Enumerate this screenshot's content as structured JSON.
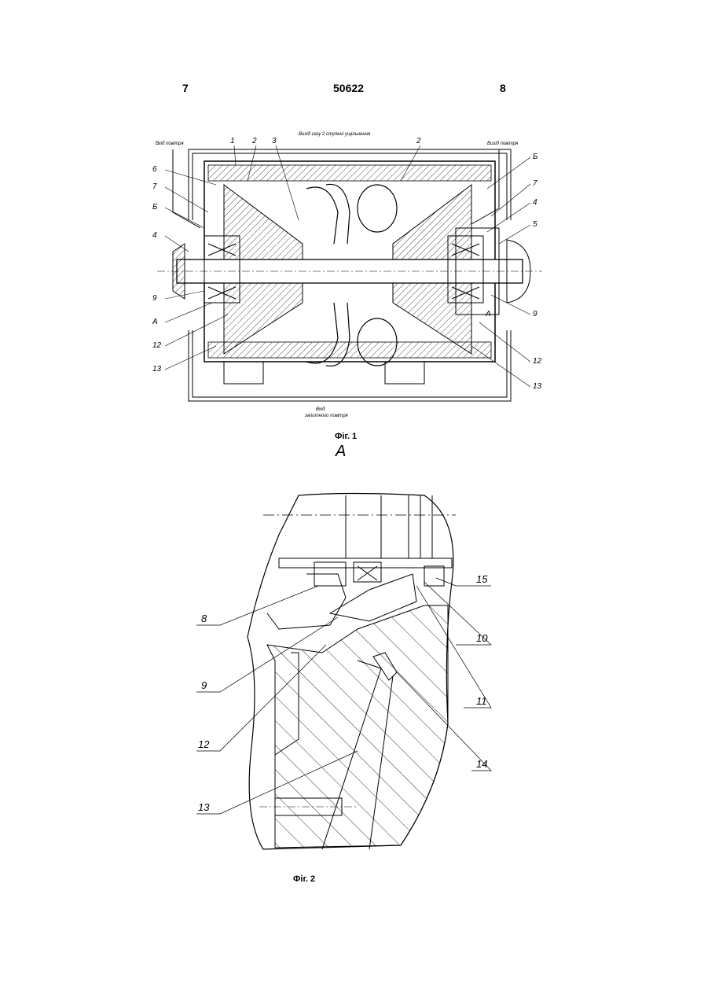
{
  "header": {
    "left_page": "7",
    "doc_number": "50622",
    "right_page": "8"
  },
  "fig1": {
    "caption": "Фіг. 1",
    "labels": {
      "top_center": "Вихід газу 2 ступені ущільнення",
      "top_left": "Вхід повітря",
      "top_right": "Вихід повітря",
      "bottom_center_1": "Вхід",
      "bottom_center_2": "запитного повітря"
    },
    "callouts": [
      "1",
      "2",
      "3",
      "2",
      "6",
      "7",
      "Б",
      "4",
      "9",
      "А",
      "12",
      "13",
      "Б",
      "7",
      "4",
      "5",
      "9",
      "А",
      "12",
      "13"
    ]
  },
  "section_mark": "А",
  "fig2": {
    "caption": "Фіг. 2",
    "callouts": [
      "8",
      "9",
      "12",
      "13",
      "15",
      "10",
      "11",
      "14"
    ]
  }
}
